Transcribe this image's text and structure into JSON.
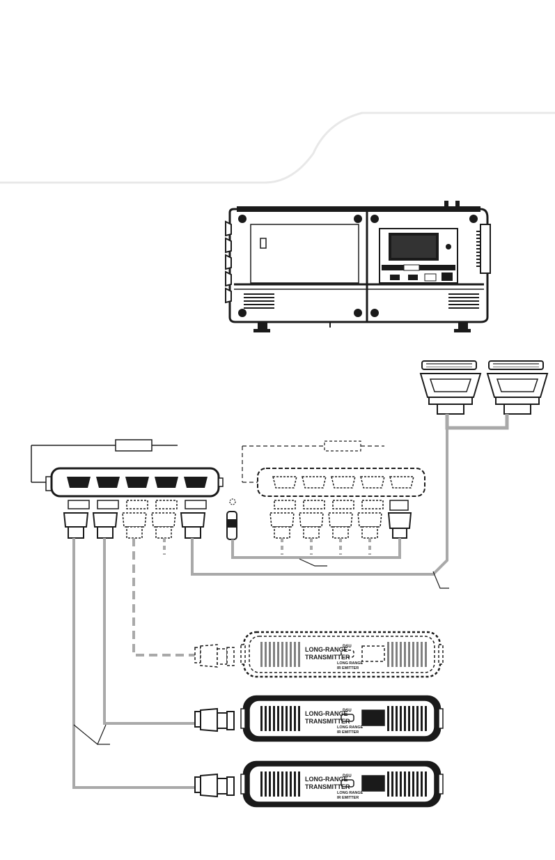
{
  "transmitters": [
    {
      "name": "transmitter-1",
      "style": "dashed",
      "label_main": "LONG-RANGE",
      "label_sub": "TRANSMITTER",
      "port_label": "DSU",
      "emitter_line1": "LONG RANGE",
      "emitter_line2": "IR EMITTER"
    },
    {
      "name": "transmitter-2",
      "style": "solid",
      "label_main": "LONG-RANGE",
      "label_sub": "TRANSMITTER",
      "port_label": "DSU",
      "emitter_line1": "LONG RANGE",
      "emitter_line2": "IR EMITTER"
    },
    {
      "name": "transmitter-3",
      "style": "solid",
      "label_main": "LONG-RANGE",
      "label_sub": "TRANSMITTER",
      "port_label": "DSU",
      "emitter_line1": "LONG RANGE",
      "emitter_line2": "IR EMITTER"
    }
  ],
  "colors": {
    "line": "#1a1a1a",
    "cable": "#a9a9a9",
    "fill_dark": "#222222",
    "fill_light": "#ffffff"
  }
}
